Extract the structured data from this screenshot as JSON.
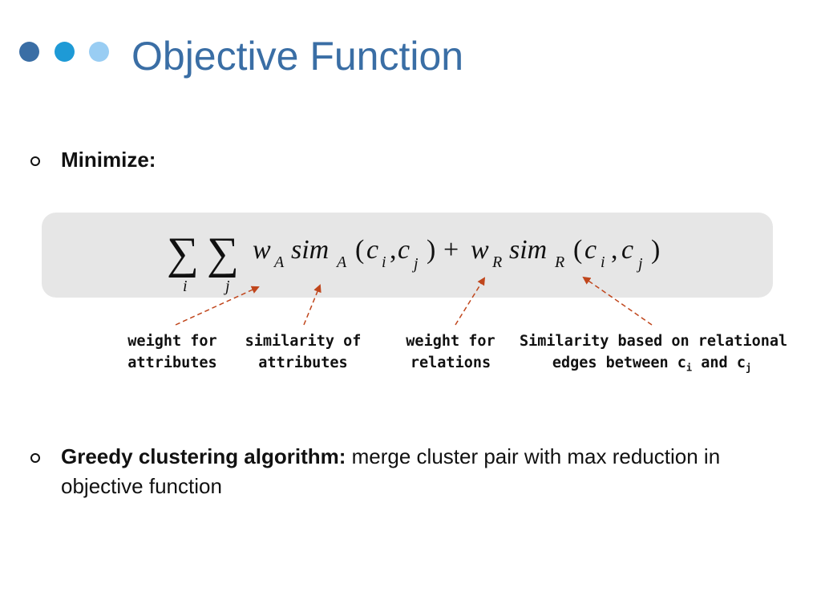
{
  "colors": {
    "title": "#3a6ea5",
    "dot1": "#3a6ea5",
    "dot2": "#1e9ad6",
    "dot3": "#99cdf3",
    "formula_bg": "#e6e6e6",
    "arrow": "#c0461c"
  },
  "title": "Objective Function",
  "bullets": [
    {
      "text": "Minimize:"
    },
    {
      "lead": "Greedy clustering algorithm:",
      "text": " merge cluster pair with max reduction in objective function"
    }
  ],
  "formula": {
    "sum_symbol": "∑",
    "sum_i_index": "i",
    "sum_j_index": "j",
    "w": "w",
    "A": "A",
    "R": "R",
    "sim": "sim",
    "lparen": "(",
    "rparen": ")",
    "comma": ",",
    "plus": "+",
    "c": "c",
    "i": "i",
    "j": "j"
  },
  "annotations": [
    {
      "line1": "weight for",
      "line2": "attributes"
    },
    {
      "line1": "similarity of",
      "line2": "attributes"
    },
    {
      "line1": "weight for",
      "line2": "relations"
    },
    {
      "line1": "Similarity based on relational",
      "line2a": "edges between c",
      "sub_i": "i",
      "line2b": " and c",
      "sub_j": "j"
    }
  ]
}
